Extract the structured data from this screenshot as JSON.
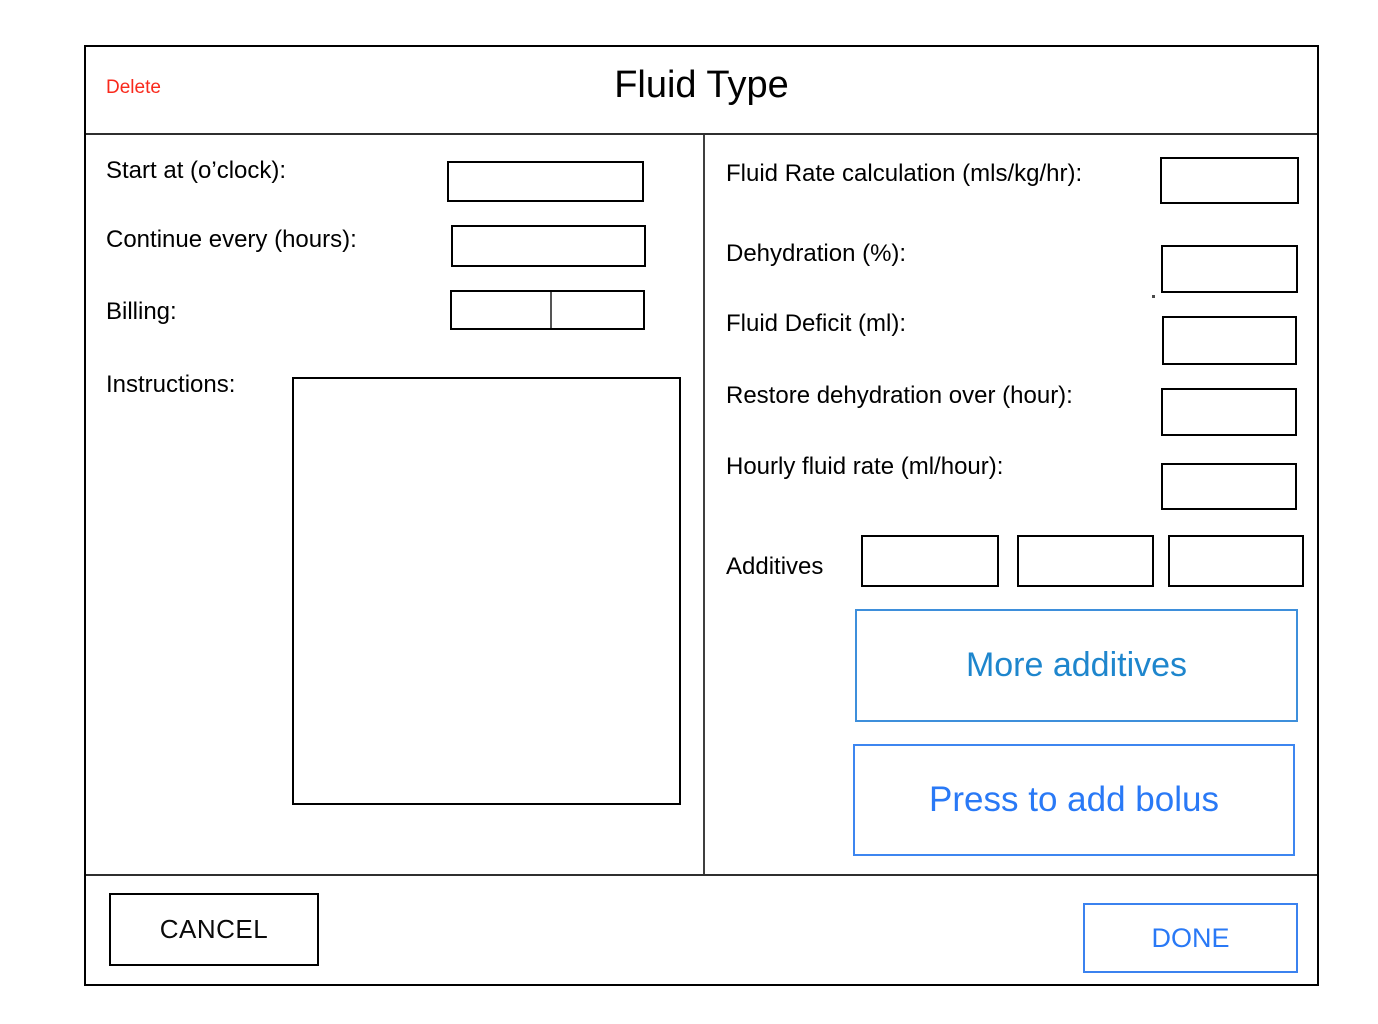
{
  "colors": {
    "delete_red": "#f9291c",
    "more_additives_blue": "#1e86cd",
    "more_additives_border_blue": "#3e8fdb",
    "action_blue": "#2979f6",
    "bolus_border_blue": "#3d86f0",
    "done_border_blue": "#3b82ef"
  },
  "header": {
    "delete_label": "Delete",
    "title": "Fluid Type"
  },
  "left_panel": {
    "start_at": {
      "label": "Start at (o’clock):",
      "value": ""
    },
    "continue_every": {
      "label": "Continue every (hours):",
      "value": ""
    },
    "billing": {
      "label": "Billing:",
      "value_left": "",
      "value_right": ""
    },
    "instructions": {
      "label": "Instructions:",
      "value": ""
    }
  },
  "right_panel": {
    "fluid_rate": {
      "label": "Fluid Rate calculation (mls/kg/hr):",
      "value": ""
    },
    "dehydration": {
      "label": "Dehydration (%):",
      "value": ""
    },
    "fluid_deficit": {
      "label": "Fluid Deficit (ml):",
      "value": ""
    },
    "restore_over": {
      "label": "Restore dehydration over (hour):",
      "value": ""
    },
    "hourly_rate": {
      "label": "Hourly fluid rate (ml/hour):",
      "value": ""
    },
    "additives": {
      "label": "Additives",
      "values": [
        "",
        "",
        ""
      ]
    },
    "more_additives_button": "More additives",
    "add_bolus_button": "Press to add bolus"
  },
  "footer": {
    "cancel_label": "CANCEL",
    "done_label": "DONE"
  }
}
